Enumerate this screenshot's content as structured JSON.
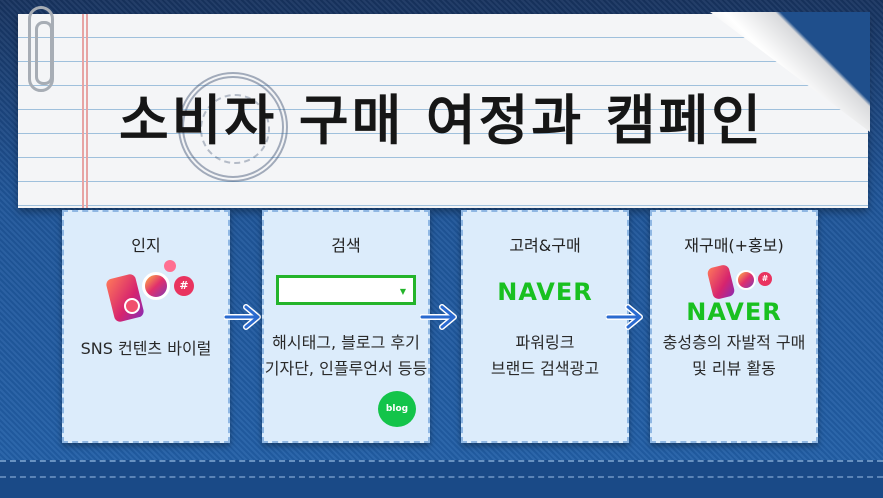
{
  "header": {
    "title": "소비자 구매 여정과 캠페인"
  },
  "cards": [
    {
      "title": "인지",
      "lines": [
        "SNS 컨텐츠 바이럴"
      ]
    },
    {
      "title": "검색",
      "lines": [
        "해시태그, 블로그 후기",
        "기자단, 인플루언서 등등"
      ],
      "badge": "blog"
    },
    {
      "title": "고려&구매",
      "logo": "NAVER",
      "lines": [
        "파워링크",
        "브랜드 검색광고"
      ]
    },
    {
      "title": "재구매(+홍보)",
      "logo": "NAVER",
      "lines": [
        "충성층의 자발적 구매",
        "및 리뷰 활동"
      ]
    }
  ],
  "icons": {
    "paperclip": "paperclip-icon",
    "stamp": "stamp-icon",
    "arrow": "arrow-right-icon",
    "social": "social-media-icon",
    "blog": "blog-icon"
  },
  "colors": {
    "background": "#1e4f8f",
    "card": "#dcecfb",
    "naver_green": "#19c020",
    "search_green": "#24b42b"
  }
}
